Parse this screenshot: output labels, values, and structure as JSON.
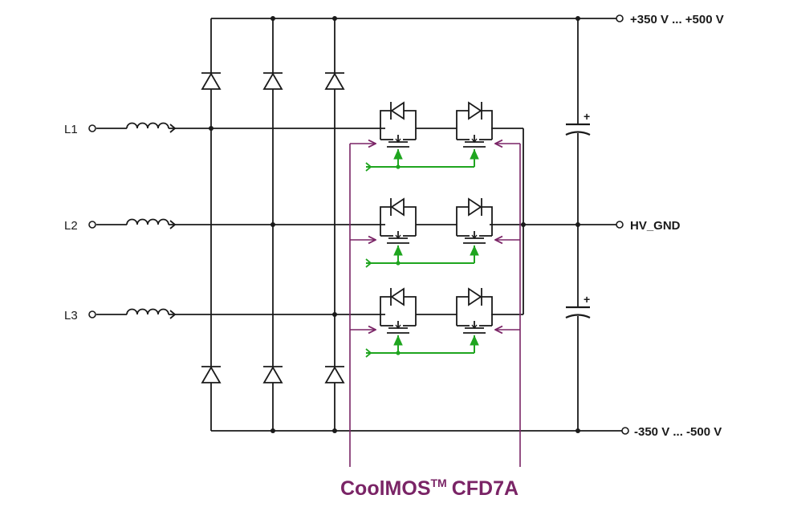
{
  "inputs": [
    "L1",
    "L2",
    "L3"
  ],
  "outputs": {
    "positive": "+350 V ... +500 V",
    "ground": "HV_GND",
    "negative": "-350 V ... -500 V"
  },
  "capacitor_polarity_mark": "+",
  "component_label": {
    "name": "CoolMOS",
    "trademark": "TM",
    "series": "CFD7A"
  },
  "colors": {
    "wire": "#1a1a1a",
    "gate_drive": "#1fa51f",
    "callout": "#7a2466"
  }
}
